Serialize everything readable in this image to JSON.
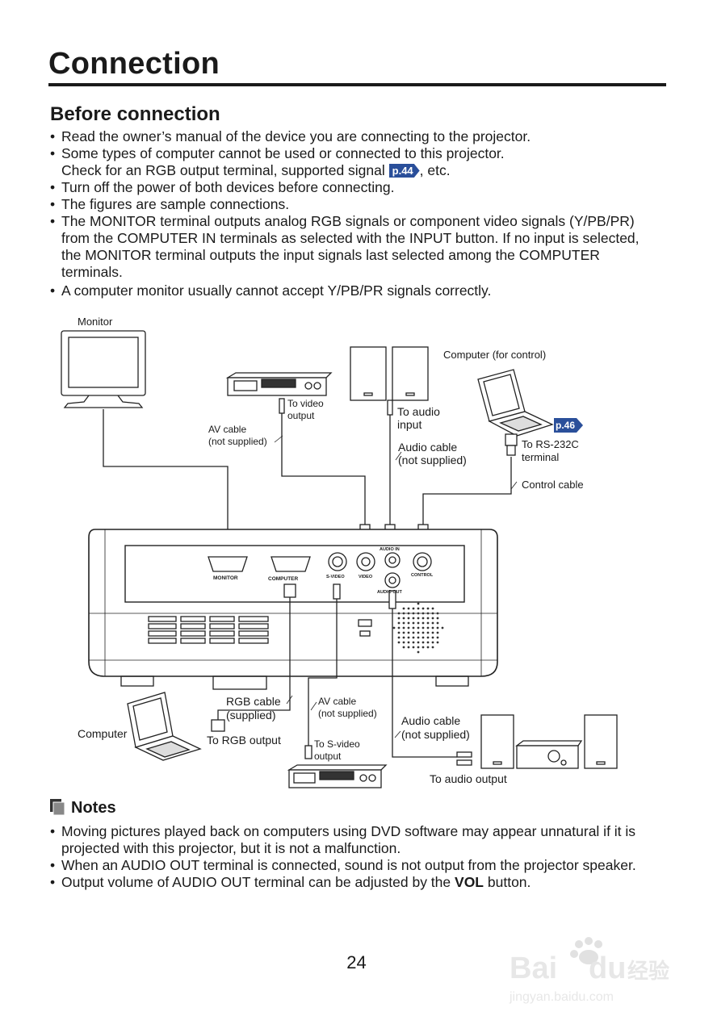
{
  "page": {
    "title": "Connection",
    "section_title": "Before connection",
    "page_number": "24"
  },
  "before_connection": {
    "bullet1": "Read the owner’s manual of the device you are connecting to the projector.",
    "bullet2_line1": "Some types of computer cannot be used or connected to this projector.",
    "bullet2_line2_pre": "Check for an RGB output terminal, supported signal",
    "bullet2_ref": "p.44",
    "bullet2_line2_post": ", etc.",
    "bullet3": "Turn off the power of both devices before connecting.",
    "bullet4": "The figures are sample connections.",
    "bullet5": "The MONITOR terminal outputs analog RGB signals or component video signals (Y/PB/PR) from the COMPUTER IN terminals as selected with the INPUT button. If no input is selected, the MONITOR terminal outputs the input signals last selected among the COMPUTER terminals.",
    "bullet6": "A computer monitor usually cannot accept Y/PB/PR signals correctly."
  },
  "diagram": {
    "monitor": "Monitor",
    "computer_control": "Computer (for control)",
    "to_video_output": "To video\noutput",
    "to_audio_input": "To audio\ninput",
    "av_cable_top": "AV cable\n(not supplied)",
    "audio_cable_top": "Audio cable\n(not supplied)",
    "ref_p46": "p.46",
    "to_rs232c": "To RS-232C\nterminal",
    "control_cable": "Control cable",
    "port_monitor": "MONITOR",
    "port_computer": "COMPUTER",
    "port_svideo": "S-VIDEO",
    "port_video": "VIDEO",
    "port_audio_in": "AUDIO IN",
    "port_audio_out": "AUDIO OUT",
    "port_control": "CONTROL",
    "rgb_cable": "RGB cable\n(supplied)",
    "av_cable_bottom": "AV cable\n(not supplied)",
    "computer": "Computer",
    "to_rgb_output": "To RGB output",
    "to_svideo_output": "To S-video\noutput",
    "audio_cable_bottom": "Audio cable\n(not supplied)",
    "to_audio_output": "To audio output"
  },
  "notes": {
    "heading": "Notes",
    "note1": "Moving pictures played back on computers using DVD software may appear unnatural if it is projected with this projector, but it is not a malfunction.",
    "note2": "When an AUDIO OUT terminal is connected, sound is not output from the projector speaker.",
    "note3_pre": "Output volume of AUDIO OUT terminal can be adjusted by the",
    "note3_bold": "VOL",
    "note3_post": "button."
  },
  "watermark": {
    "brand": "Baidu",
    "cn": "经验",
    "url": "jingyan.baidu.com"
  }
}
